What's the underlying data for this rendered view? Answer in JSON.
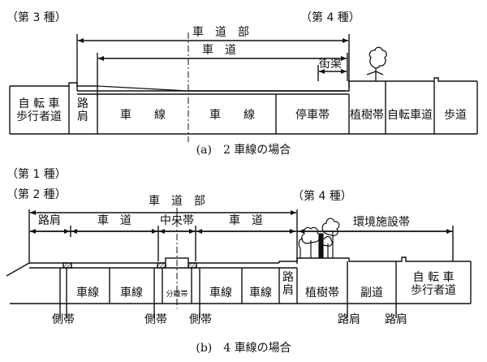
{
  "diagram_a": {
    "road_class_left": "（第 3 種）",
    "road_class_right": "（第 4 種）",
    "roadway_section": "車　道　部",
    "roadway": "車　道",
    "gutter": "街渠",
    "zones": [
      "自 転 車\n歩行者道",
      "路\n肩",
      "車　　線",
      "車　　線",
      "停車帯",
      "植樹帯",
      "自転車道",
      "歩道"
    ],
    "caption": "(a)　2 車線の場合"
  },
  "diagram_b": {
    "road_class_1": "（第 1 種）",
    "road_class_2": "（第 2 種）",
    "road_class_right": "（第 4 種）",
    "roadway_section": "車　道　部",
    "upper": {
      "shoulder": "路肩",
      "roadway_left": "車　道",
      "median": "中央帯",
      "roadway_right": "車　道",
      "environment_zone": "環境施設帯"
    },
    "lower": [
      "車線",
      "車線",
      "分離帯",
      "車線",
      "車線",
      "路\n肩",
      "植樹帯",
      "副道",
      "自 転 車\n歩行者道"
    ],
    "bottom_labels": [
      "側帯",
      "側帯",
      "側帯",
      "路肩",
      "路肩"
    ],
    "caption": "(b)　4 車線の場合"
  }
}
